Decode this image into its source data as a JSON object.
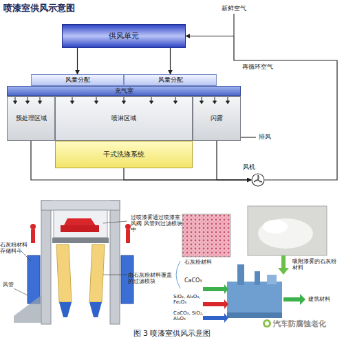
{
  "diagram": {
    "title": "喷漆室供风示意图",
    "caption": "图 3 喷漆室供风示意图",
    "nodes": [
      {
        "text": [
          "供风单元"
        ]
      },
      {
        "text": [
          "风量分配"
        ]
      },
      {
        "text": [
          "风量分配"
        ]
      },
      {
        "text": [
          "充气室"
        ]
      },
      {
        "text": [
          "预处理区域"
        ]
      },
      {
        "text": [
          "喷淋区域"
        ]
      },
      {
        "text": [
          "闪露"
        ]
      },
      {
        "text": [
          "干式洗涤系统"
        ]
      },
      {
        "text": [
          "风机"
        ]
      }
    ],
    "edges": [
      {
        "from": 0,
        "to": 1,
        "arrow": "to"
      },
      {
        "from": 0,
        "to": 2,
        "arrow": "to"
      },
      {
        "from": 4,
        "to": 8,
        "arrow": "to"
      },
      {
        "from": 7,
        "to": 8,
        "arrow": "to"
      },
      {
        "from": 6,
        "to": 8,
        "arrow": "to"
      },
      {
        "from": 8,
        "to": 0,
        "arrow": "to"
      }
    ],
    "labels": [
      "新鲜空气",
      "再循环空气",
      "排风",
      "过喷漆雾通过喷漆室风阀 风管到过滤模块中",
      "石灰粉材料存储料斗",
      "由石灰粉材料覆盖的过滤模块",
      "风管",
      "石灰粉材料",
      "吸附漆雾的石灰粉材料",
      "CaCO₃",
      "SiO₂, Al₂O₃, Fe₂O₃",
      "CaCO₃, SiO₂, Al₂O₃",
      "建筑材料",
      "汽车防腐蚀老化"
    ]
  }
}
